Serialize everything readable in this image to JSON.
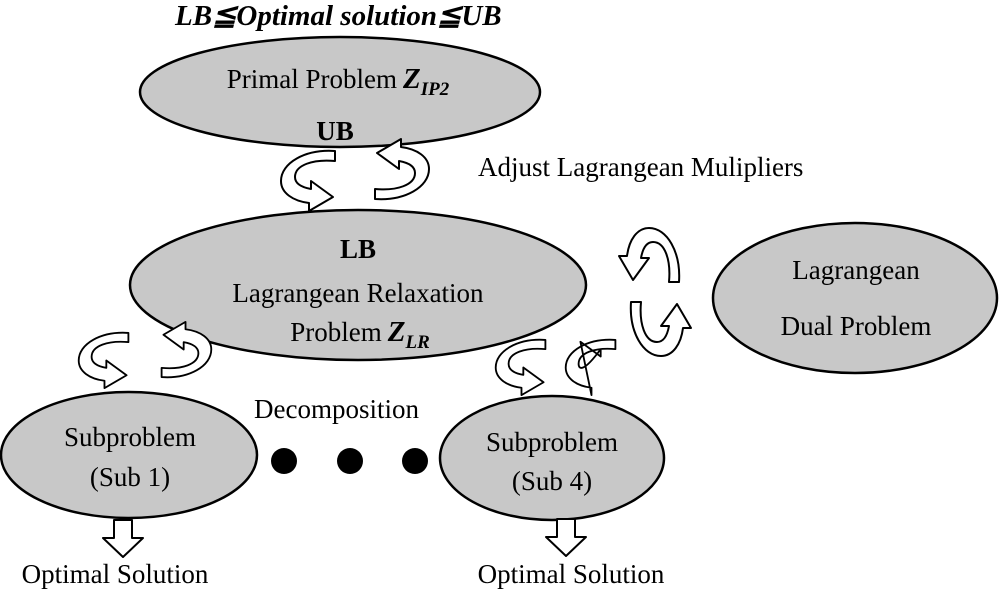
{
  "bound_statement": {
    "lb": "LB",
    "optimal": "Optimal solution",
    "ub": "UB",
    "symbol": "≦"
  },
  "primal": {
    "label": "Primal Problem",
    "var": "Z",
    "subscript": "IP2",
    "bound": "UB"
  },
  "adjust_label": "Adjust Lagrangean Mulipliers",
  "relaxation": {
    "bound": "LB",
    "line1": "Lagrangean Relaxation",
    "line2": "Problem",
    "var": "Z",
    "subscript": "LR"
  },
  "dual": {
    "line1": "Lagrangean",
    "line2": "Dual Problem"
  },
  "decomposition_label": "Decomposition",
  "subproblems": [
    {
      "line1": "Subproblem",
      "line2": "(Sub 1)",
      "output": "Optimal Solution"
    },
    {
      "line1": "Subproblem",
      "line2": "(Sub 4)",
      "output": "Optimal Solution"
    }
  ],
  "colors": {
    "node_fill": "#c8c8c8",
    "stroke": "#000000",
    "arrow_fill": "#ffffff"
  },
  "icons": [
    "curved-cycle-arrow",
    "down-arrow",
    "ellipsis-dots"
  ]
}
